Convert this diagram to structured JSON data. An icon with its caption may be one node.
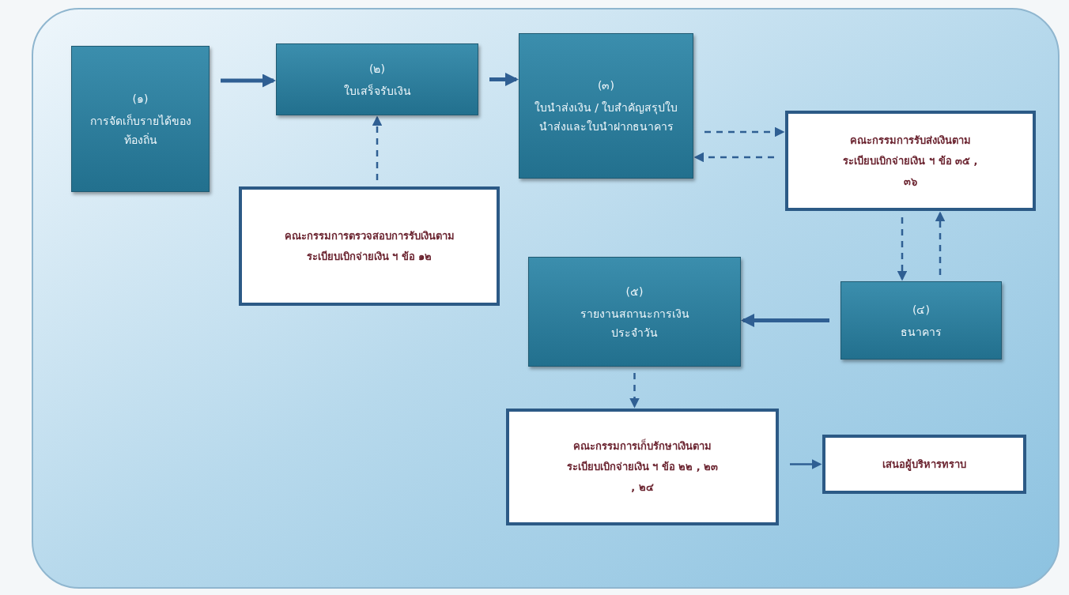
{
  "diagram": {
    "nodes": [
      {
        "text": [
          "(๑)",
          "การจัดเก็บรายได้ของท้องถิ่น"
        ]
      },
      {
        "text": [
          "(๒)",
          "ใบเสร็จรับเงิน"
        ]
      },
      {
        "text": [
          "(๓)",
          "ใบนำส่งเงิน / ใบสำคัญสรุปใบนำส่งและใบนำฝากธนาคาร"
        ]
      },
      {
        "text": [
          "คณะกรรมการรับส่งเงินตามระเบียบเบิกจ่ายเงิน ฯ ข้อ ๓๕ , ๓๖"
        ]
      },
      {
        "text": [
          "คณะกรรมการตรวจสอบการรับเงินตามระเบียบเบิกจ่ายเงิน ฯ ข้อ ๑๒"
        ]
      },
      {
        "text": [
          "(๕)",
          "รายงานสถานะการเงินประจำวัน"
        ]
      },
      {
        "text": [
          "(๔)",
          "ธนาคาร"
        ]
      },
      {
        "text": [
          "คณะกรรมการเก็บรักษาเงินตามระเบียบเบิกจ่ายเงิน ฯ ข้อ ๒๒ , ๒๓ , ๒๔"
        ]
      },
      {
        "text": [
          "เสนอผู้บริหารทราบ"
        ]
      }
    ],
    "edges": [
      {
        "from": 0,
        "to": 1,
        "arrow": "to",
        "style": "thick"
      },
      {
        "from": 1,
        "to": 2,
        "arrow": "to",
        "style": "thick"
      },
      {
        "from": 2,
        "to": 3,
        "arrow": "to",
        "style": "dashed"
      },
      {
        "from": 3,
        "to": 2,
        "arrow": "to",
        "style": "dashed"
      },
      {
        "from": 4,
        "to": 1,
        "arrow": "to",
        "style": "dashed"
      },
      {
        "from": 3,
        "to": 6,
        "arrow": "to",
        "style": "dashed"
      },
      {
        "from": 6,
        "to": 3,
        "arrow": "to",
        "style": "dashed"
      },
      {
        "from": 6,
        "to": 5,
        "arrow": "to",
        "style": "thick"
      },
      {
        "from": 5,
        "to": 7,
        "arrow": "to",
        "style": "dashed"
      },
      {
        "from": 7,
        "to": 8,
        "arrow": "to"
      }
    ]
  }
}
